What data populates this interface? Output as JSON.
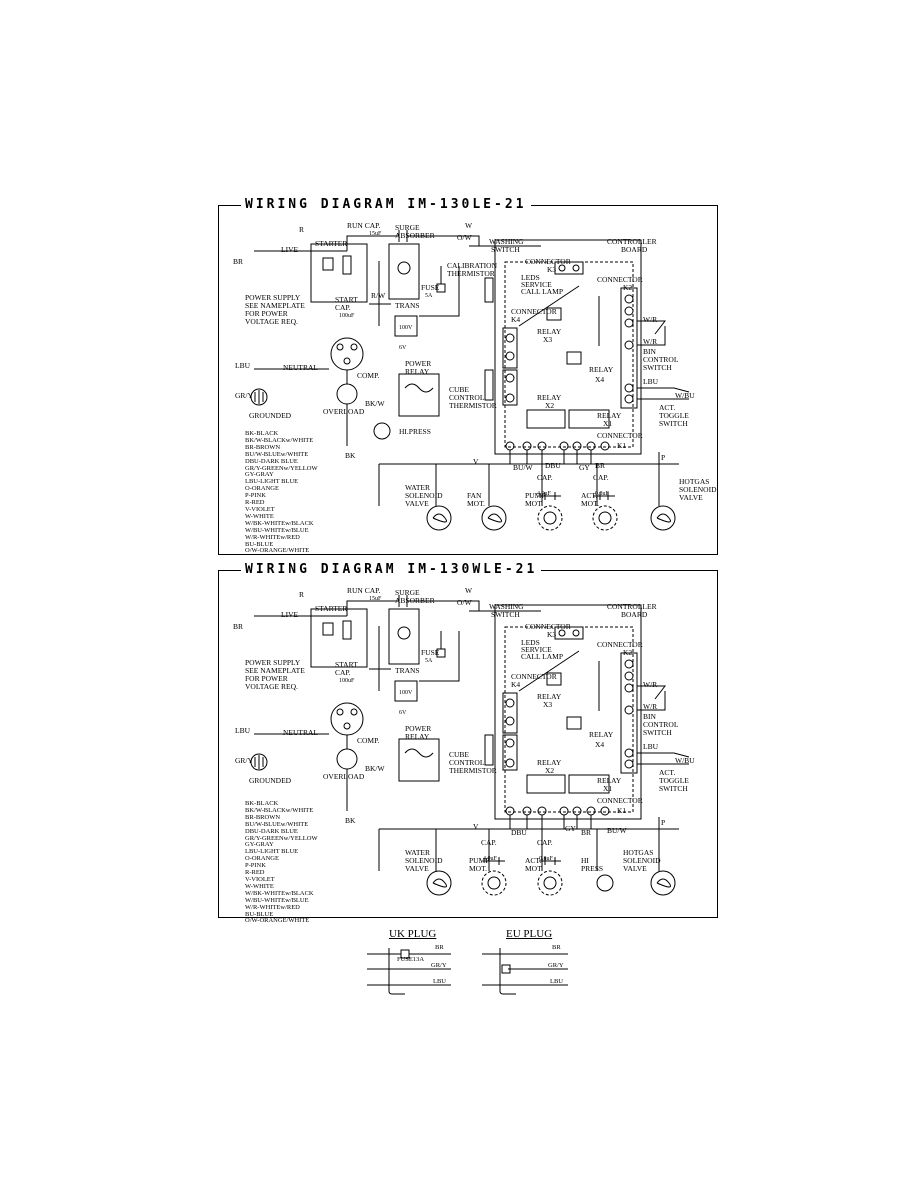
{
  "diagram1": {
    "title": "WIRING DIAGRAM  IM-130LE-21",
    "labels": {
      "r": "R",
      "br": "BR",
      "live": "LIVE",
      "starter": "STARTER",
      "run_cap": "RUN CAP.",
      "run_cap_val": "15uF",
      "surge": "SURGE",
      "absorber": "ABSORBER",
      "w": "W",
      "ow": "O/W",
      "washing": "WASHING",
      "switch": "SWITCH",
      "controller": "CONTROLLER",
      "board": "BOARD",
      "calibration": "CALIBRATION",
      "thermistor": "THERMISTOR",
      "connector_k3": "CONNECTOR",
      "k3": "K3",
      "leds": "LEDS",
      "service": "SERVICE",
      "call_lamp": "CALL LAMP",
      "connector_k2": "CONNECTOR",
      "k2": "K2",
      "fuse": "FUSE",
      "fuse_val": "5A",
      "power_supply": [
        "POWER SUPPLY",
        "SEE NAMEPLATE",
        "FOR POWER",
        "VOLTAGE REQ."
      ],
      "start_cap1": "START",
      "start_cap2": "CAP.",
      "start_cap3": "100uF",
      "rw": "R/W",
      "bk": "BK",
      "trans": "TRANS",
      "connector_k4": "CONNECTOR",
      "k4": "K4",
      "relay_x3": "RELAY",
      "x3": "X3",
      "relay_x4": "RELAY",
      "x4": "X4",
      "wr1": "W/R",
      "wr2": "W/R",
      "bin": [
        "BIN",
        "CONTROL",
        "SWITCH"
      ],
      "lbu": "LBU",
      "neutral": "NEUTRAL",
      "comp": "COMP.",
      "power_relay": [
        "POWER",
        "RELAY"
      ],
      "cube": [
        "CUBE",
        "CONTROL",
        "THERMISTOR"
      ],
      "relay_x2": "RELAY",
      "x2": "X2",
      "relay_x1": "RELAY",
      "x1": "X1",
      "lbu2": "LBU",
      "wbu": "W/BU",
      "act_toggle": [
        "ACT.",
        "TOGGLE",
        "SWITCH"
      ],
      "gry": "GR/Y",
      "grounded": "GROUNDED",
      "overload": "OVERLOAD",
      "bkw": "BK/W",
      "hipress": "HI.PRESS",
      "connector_k1": "CONNECTOR",
      "k1": "K1",
      "v": "V",
      "buw": "BU/W",
      "dbu": "DBU",
      "gy": "GY",
      "br2": "BR",
      "p": "P",
      "water": [
        "WATER",
        "SOLENOID",
        "VALVE"
      ],
      "fan": [
        "FAN",
        "MOT."
      ],
      "pump": [
        "PUMP",
        "MOT."
      ],
      "act_mot": [
        "ACT.",
        "MOT."
      ],
      "hotgas": [
        "HOTGAS",
        "SOLENOID",
        "VALVE"
      ],
      "cap_pump": "CAP.",
      "cap_pump_val": "4.0uF",
      "cap_act": "CAP.",
      "cap_act_val": "0.8uF",
      "v100": "100V",
      "v6": "6V"
    },
    "legend": [
      "BK-BLACK",
      "BK/W-BLACKw/WHITE",
      "BR-BROWN",
      "BU/W-BLUEw/WHITE",
      "DBU-DARK BLUE",
      "GR/Y-GREENw/YELLOW",
      "GY-GRAY",
      "LBU-LIGHT BLUE",
      "O-ORANGE",
      "P-PINK",
      "R-RED",
      "V-VIOLET",
      "W-WHITE",
      "W/BK-WHITEw/BLACK",
      "W/BU-WHITEw/BLUE",
      "W/R-WHITEw/RED",
      "BU-BLUE",
      "O/W-ORANGE/WHITE"
    ]
  },
  "diagram2": {
    "title": "WIRING DIAGRAM  IM-130WLE-21",
    "labels": {
      "r": "R",
      "br": "BR",
      "live": "LIVE",
      "starter": "STARTER",
      "run_cap": "RUN CAP.",
      "run_cap_val": "15uF",
      "surge": "SURGE",
      "absorber": "ABSORBER",
      "w": "W",
      "ow": "O/W",
      "washing": "WASHING",
      "switch": "SWITCH",
      "controller": "CONTROLLER",
      "board": "BOARD",
      "connector_k3": "CONNECTOR",
      "k3": "K3",
      "leds": "LEDS",
      "service": "SERVICE",
      "call_lamp": "CALL LAMP",
      "connector_k2": "CONNECTOR",
      "k2": "K2",
      "fuse": "FUSE",
      "fuse_val": "5A",
      "power_supply": [
        "POWER SUPPLY",
        "SEE NAMEPLATE",
        "FOR POWER",
        "VOLTAGE REQ."
      ],
      "start_cap1": "START",
      "start_cap2": "CAP.",
      "start_cap3": "100uF",
      "trans": "TRANS",
      "connector_k4": "CONNECTOR",
      "k4": "K4",
      "relay_x3": "RELAY",
      "x3": "X3",
      "relay_x4": "RELAY",
      "x4": "X4",
      "wr1": "W/R",
      "wr2": "W/R",
      "bin": [
        "BIN",
        "CONTROL",
        "SWITCH"
      ],
      "lbu": "LBU",
      "neutral": "NEUTRAL",
      "comp": "COMP.",
      "power_relay": [
        "POWER",
        "RELAY"
      ],
      "cube": [
        "CUBE",
        "CONTROL",
        "THERMISTOR"
      ],
      "relay_x2": "RELAY",
      "x2": "X2",
      "relay_x1": "RELAY",
      "x1": "X1",
      "lbu2": "LBU",
      "wbu": "W/BU",
      "act_toggle": [
        "ACT.",
        "TOGGLE",
        "SWITCH"
      ],
      "gry": "GR/Y",
      "grounded": "GROUNDED",
      "overload": "OVERLOAD",
      "bkw": "BK/W",
      "bk": "BK",
      "connector_k1": "CONNECTOR",
      "k1": "K1",
      "v": "V",
      "dbu": "DBU",
      "gy": "GY",
      "br2": "BR",
      "buw": "BU/W",
      "p": "P",
      "water": [
        "WATER",
        "SOLENOID",
        "VALVE"
      ],
      "pump": [
        "PUMP",
        "MOT."
      ],
      "act_mot": [
        "ACT.",
        "MOT."
      ],
      "hipress": [
        "HI",
        "PRESS"
      ],
      "hotgas": [
        "HOTGAS",
        "SOLENOID",
        "VALVE"
      ],
      "cap_pump": "CAP.",
      "cap_pump_val": "4.0uF",
      "cap_act": "CAP.",
      "cap_act_val": "0.8uF",
      "v100": "100V",
      "v6": "6V"
    },
    "legend": [
      "BK-BLACK",
      "BK/W-BLACKw/WHITE",
      "BR-BROWN",
      "BU/W-BLUEw/WHITE",
      "DBU-DARK BLUE",
      "GR/Y-GREENw/YELLOW",
      "GY-GRAY",
      "LBU-LIGHT BLUE",
      "O-ORANGE",
      "P-PINK",
      "R-RED",
      "V-VIOLET",
      "W-WHITE",
      "W/BK-WHITEw/BLACK",
      "W/BU-WHITEw/BLUE",
      "W/R-WHITEw/RED",
      "BU-BLUE",
      "O/W-ORANGE/WHITE"
    ]
  },
  "plugs": {
    "uk": {
      "title": "UK PLUG",
      "fuse": "FUSE13A",
      "br": "BR",
      "gry": "GR/Y",
      "lbu": "LBU"
    },
    "eu": {
      "title": "EU PLUG",
      "br": "BR",
      "gry": "GR/Y",
      "lbu": "LBU"
    }
  },
  "colors": {
    "ink": "#000000",
    "paper": "#ffffff",
    "watermark": "#e6e6e6"
  }
}
